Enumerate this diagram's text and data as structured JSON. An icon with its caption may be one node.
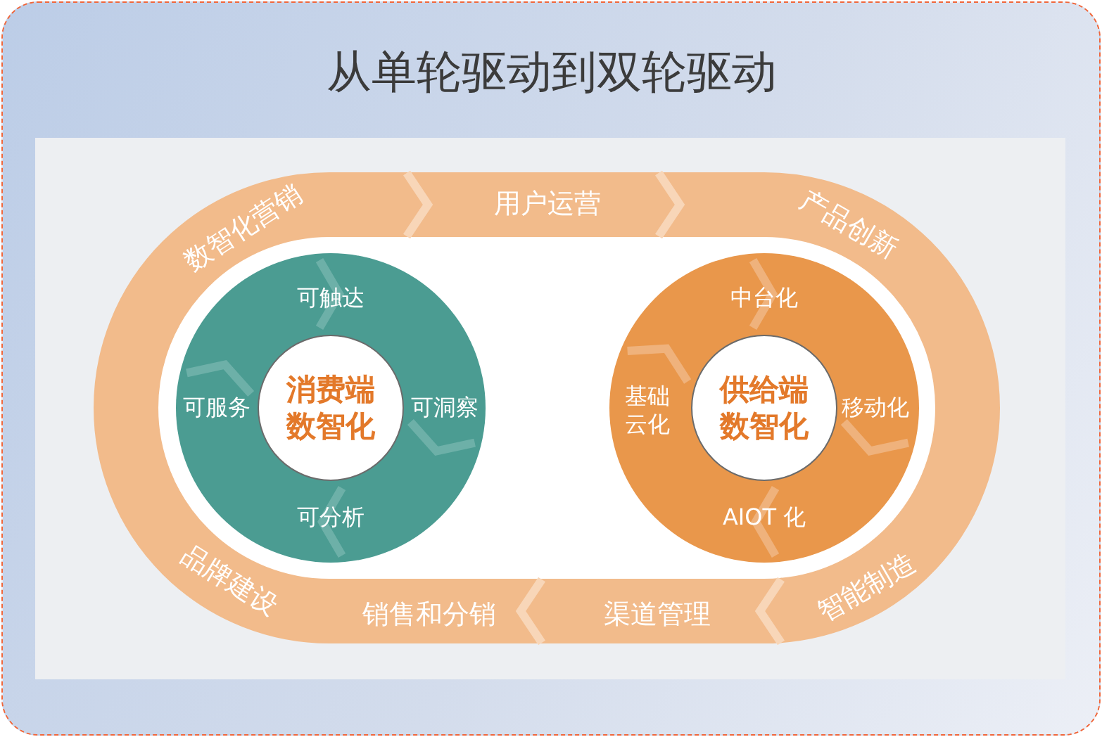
{
  "diagram": {
    "title": "从单轮驱动到双轮驱动",
    "nodes": [
      {
        "text": [
          "数智化营销"
        ]
      },
      {
        "text": [
          "用户运营"
        ]
      },
      {
        "text": [
          "产品创新"
        ]
      },
      {
        "text": [
          "智能制造"
        ]
      },
      {
        "text": [
          "渠道管理"
        ]
      },
      {
        "text": [
          "销售和分销"
        ]
      },
      {
        "text": [
          "品牌建设"
        ]
      },
      {
        "text": [
          "可触达",
          "可服务",
          "可洞察",
          "可分析"
        ]
      },
      {
        "text": [
          "消费端数智化"
        ],
        "in": 7
      },
      {
        "text": [
          "中台化",
          "基础云化",
          "移动化",
          "AIOT 化"
        ]
      },
      {
        "text": [
          "供给端数智化"
        ],
        "in": 9
      }
    ],
    "edges": [
      {
        "from": 0,
        "to": 1,
        "arrow": "to"
      },
      {
        "from": 1,
        "to": 2,
        "arrow": "to"
      },
      {
        "from": 3,
        "to": 4,
        "arrow": "to"
      },
      {
        "from": 4,
        "to": 5,
        "arrow": "to"
      }
    ]
  }
}
